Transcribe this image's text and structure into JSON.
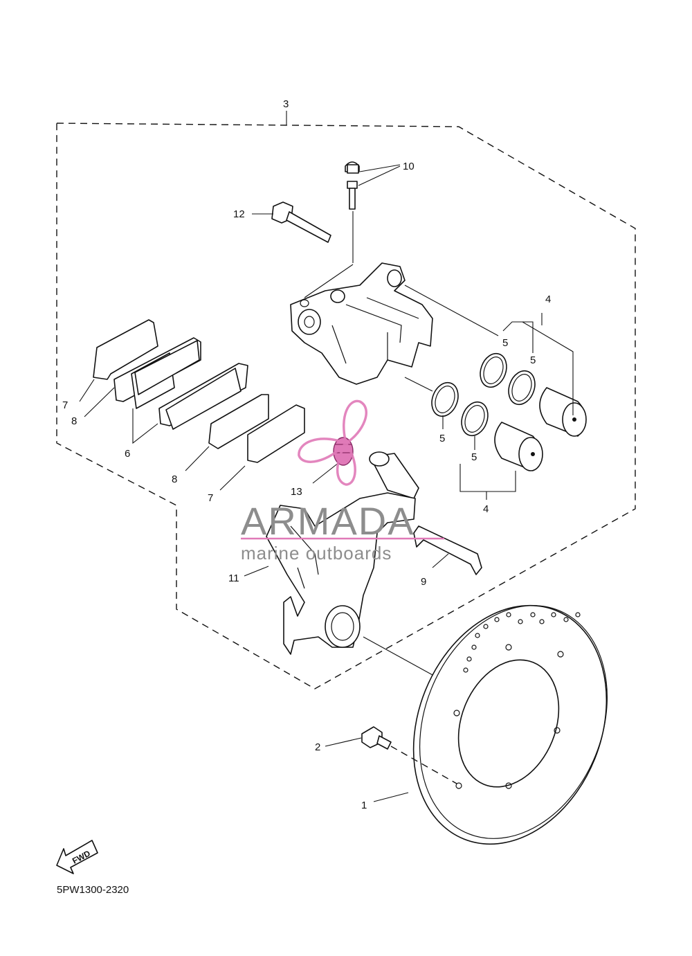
{
  "diagram_code": "5PW1300-2320",
  "callouts": [
    "1",
    "2",
    "3",
    "4",
    "4",
    "5",
    "5",
    "5",
    "5",
    "6",
    "7",
    "7",
    "8",
    "8",
    "9",
    "10",
    "11",
    "12",
    "13"
  ],
  "fwd_label": "FWD",
  "watermark": {
    "brand": "ARMADA",
    "tagline": "marine outboards",
    "accent_color": "#e07ab8",
    "text_color": "#8d8d8d"
  }
}
